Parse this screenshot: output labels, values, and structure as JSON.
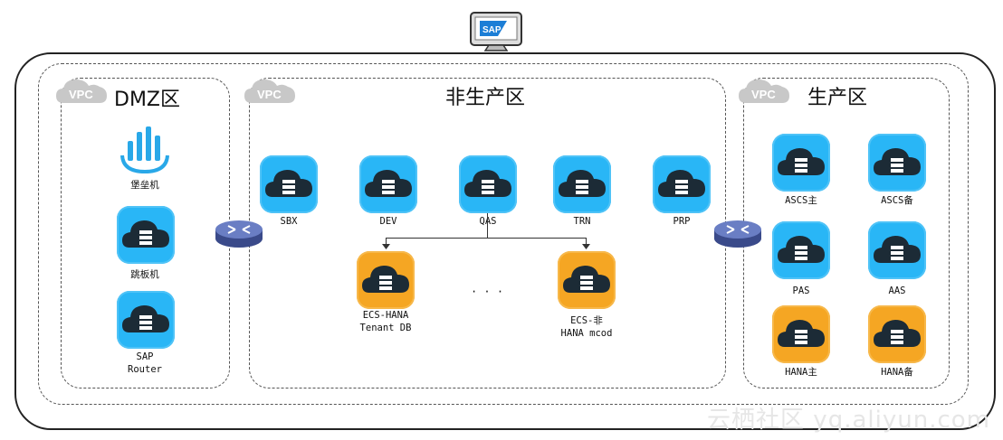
{
  "zones": {
    "dmz": {
      "title": "DMZ区",
      "vpc": "VPC"
    },
    "nonprod": {
      "title": "非生产区",
      "vpc": "VPC"
    },
    "prod": {
      "title": "生产区",
      "vpc": "VPC"
    }
  },
  "sap_logo": "SAP",
  "dmz_items": {
    "bastion": "堡垒机",
    "jump": "跳板机",
    "sap_router_1": "SAP",
    "sap_router_2": "Router"
  },
  "nonprod_items": {
    "sbx": "SBX",
    "dev": "DEV",
    "qas": "QAS",
    "trn": "TRN",
    "prp": "PRP",
    "ecs_hana_1": "ECS-HANA",
    "ecs_hana_2": "Tenant DB",
    "ellipsis": "· · ·",
    "ecs_non_1": "ECS-非",
    "ecs_non_2": "HANA mcod"
  },
  "prod_items": {
    "ascs_main": "ASCS主",
    "ascs_backup": "ASCS备",
    "pas": "PAS",
    "aas": "AAS",
    "hana_main": "HANA主",
    "hana_backup": "HANA备"
  },
  "watermark": "云栖社区 yq.aliyun.com",
  "colors": {
    "blue_tile": "#29b6f6",
    "orange_tile": "#f5a623",
    "cloud_dark": "#1c2b36"
  }
}
